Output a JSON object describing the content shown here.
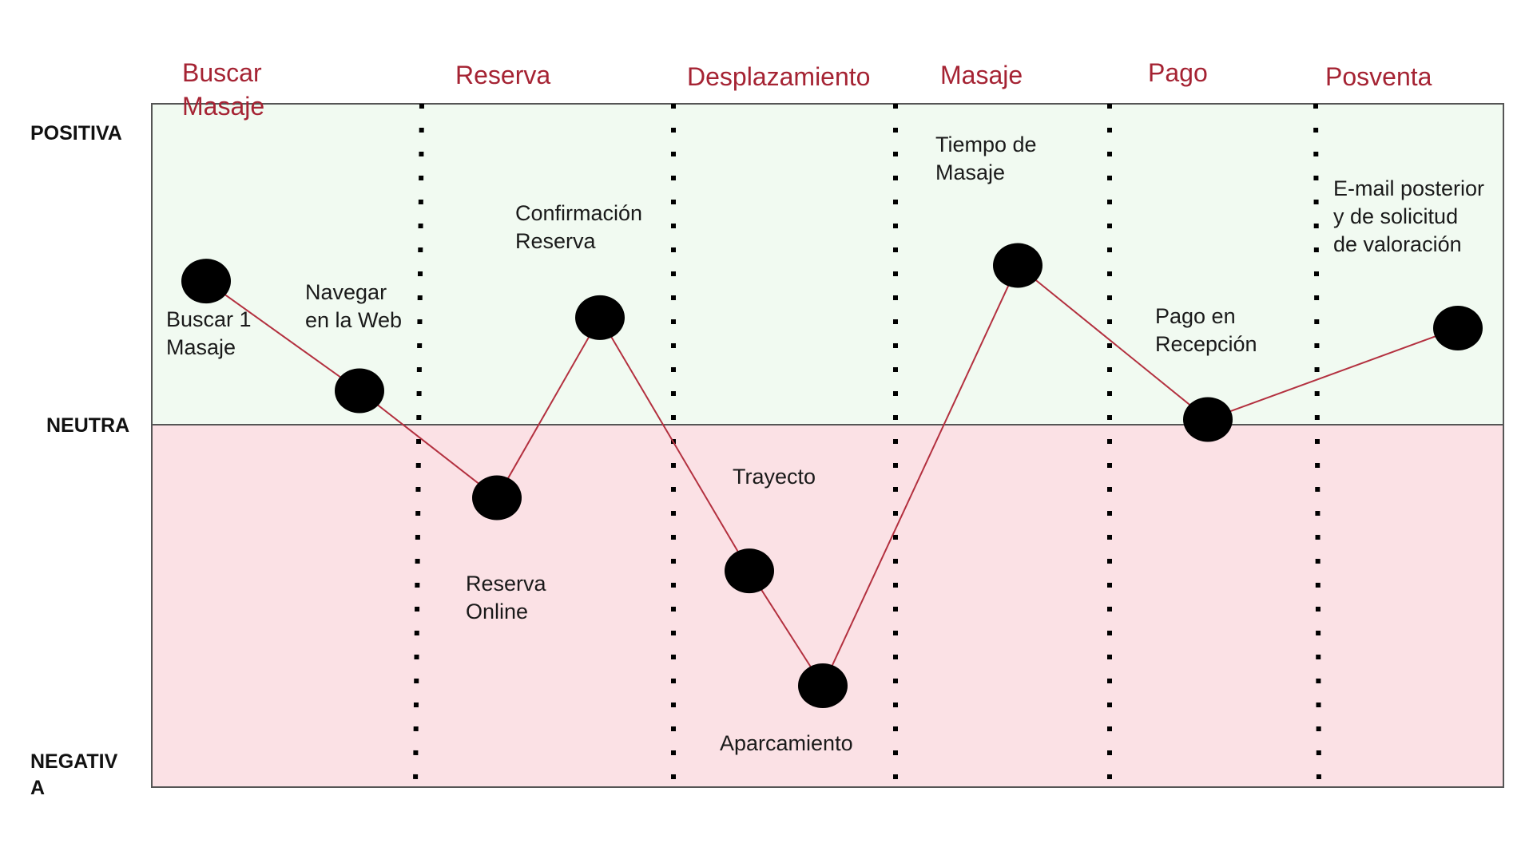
{
  "axis_labels": {
    "positive": "POSITIVA",
    "neutral": "NEUTRA",
    "negative_line1": "NEGATIV",
    "negative_line2": "A"
  },
  "stages": [
    {
      "lines": [
        "Buscar",
        "Masaje"
      ]
    },
    {
      "lines": [
        "Reserva"
      ]
    },
    {
      "lines": [
        "Desplazamiento"
      ]
    },
    {
      "lines": [
        "Masaje"
      ]
    },
    {
      "lines": [
        "Pago"
      ]
    },
    {
      "lines": [
        "Posventa"
      ]
    }
  ],
  "touchpoints": [
    {
      "lines": [
        "Buscar 1",
        "Masaje"
      ],
      "emotion": 0.55
    },
    {
      "lines": [
        "Navegar",
        "en la Web"
      ],
      "emotion": 0.13
    },
    {
      "lines": [
        "Reserva",
        "Online"
      ],
      "emotion": -0.28
    },
    {
      "lines": [
        "Confirmación",
        "Reserva"
      ],
      "emotion": 0.41
    },
    {
      "lines": [
        "Trayecto"
      ],
      "emotion": -0.56
    },
    {
      "lines": [
        "Aparcamiento"
      ],
      "emotion": -1.0
    },
    {
      "lines": [
        "Tiempo de",
        "Masaje"
      ],
      "emotion": 0.61
    },
    {
      "lines": [
        "Pago en",
        "Recepción"
      ],
      "emotion": 0.02
    },
    {
      "lines": [
        "E-mail posterior",
        "y  de solicitud",
        "de valoración"
      ],
      "emotion": 0.37
    }
  ],
  "colors": {
    "positive_zone": "#f1faf1",
    "negative_zone": "#fbe1e5",
    "journey_line": "#b3303f",
    "stage_text": "#a52333",
    "touchpoint_fill": "#000000",
    "divider": "#000000"
  }
}
